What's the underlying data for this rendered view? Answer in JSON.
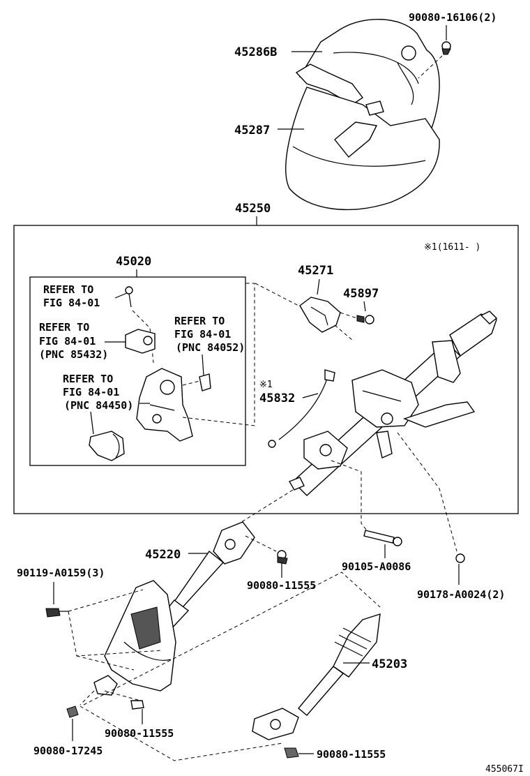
{
  "labels": {
    "p90080_16106": "90080-16106(2)",
    "p45286B": "45286B",
    "p45287": "45287",
    "p45250": "45250",
    "note_top": "※1(1611-   )",
    "p45020": "45020",
    "p45271": "45271",
    "p45897": "45897",
    "p45832": "45832",
    "note_mark": "※1",
    "p45220": "45220",
    "p90119_A0159": "90119-A0159(3)",
    "p90080_11555_a": "90080-11555",
    "p90105_A0086": "90105-A0086",
    "p90178_A0024": "90178-A0024(2)",
    "p45203": "45203",
    "p90080_11555_b": "90080-11555",
    "p90080_17245": "90080-17245",
    "p90080_11555_c": "90080-11555",
    "figure_id": "455067I"
  },
  "refs": {
    "ref1": [
      "REFER TO",
      "FIG 84-01"
    ],
    "ref2": [
      "REFER TO",
      "FIG 84-01",
      "(PNC 85432)"
    ],
    "ref3": [
      "REFER TO",
      "FIG 84-01",
      "(PNC 84052)"
    ],
    "ref4": [
      "REFER TO",
      "FIG 84-01",
      "(PNC 84450)"
    ]
  }
}
